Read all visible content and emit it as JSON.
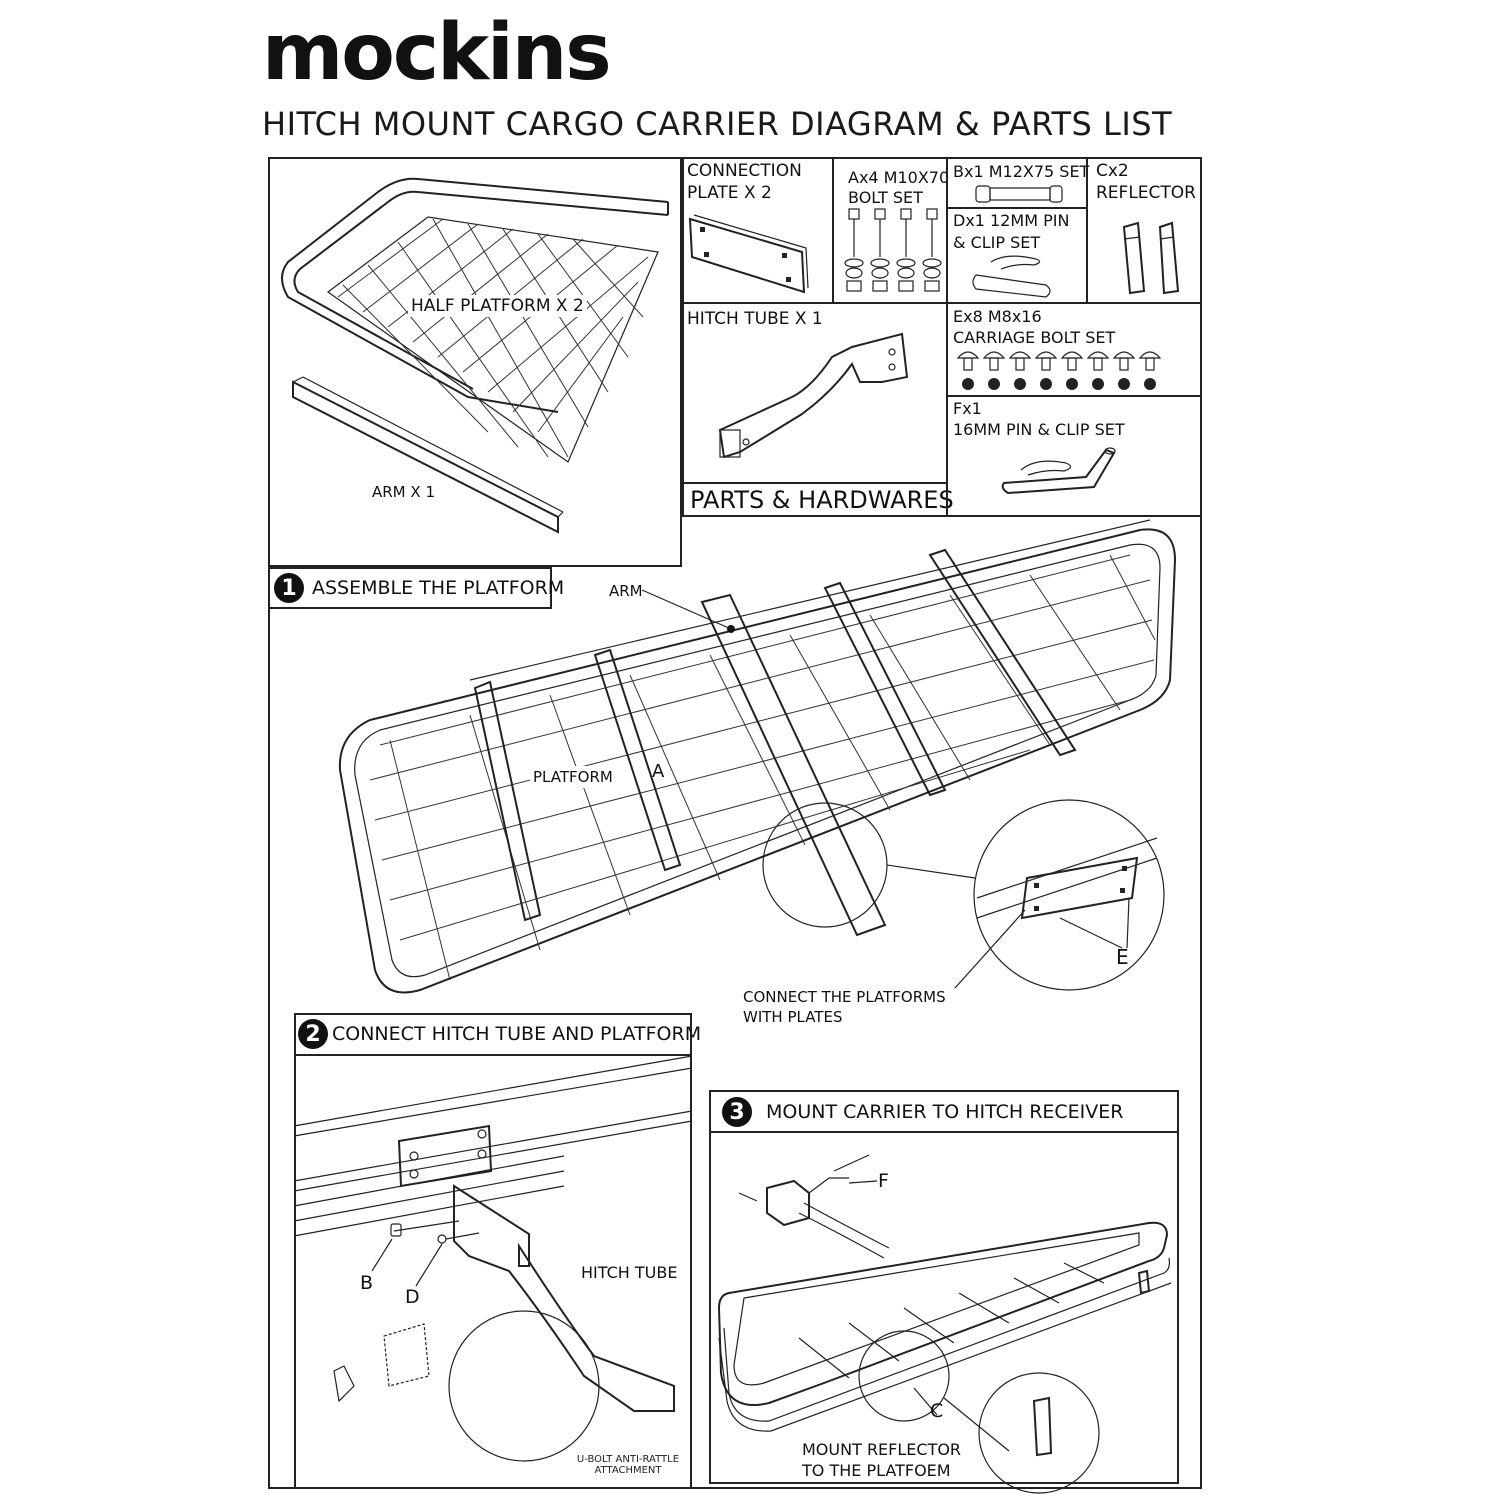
{
  "header": {
    "brand": "mockins",
    "title": "HITCH MOUNT CARGO CARRIER DIAGRAM & PARTS LIST"
  },
  "parts": {
    "section_label": "PARTS & HARDWARES",
    "half_platform": "HALF PLATFORM X 2",
    "arm": "ARM X 1",
    "connection_plate": [
      "CONNECTION",
      "PLATE X 2"
    ],
    "bolt_a": [
      "Ax4 M10X70",
      "BOLT SET"
    ],
    "bolt_b": "Bx1 M12X75 SET",
    "reflector_c": [
      "Cx2",
      "REFLECTOR"
    ],
    "pin_d": [
      "Dx1 12MM PIN",
      "& CLIP SET"
    ],
    "hitch_tube": "HITCH TUBE X 1",
    "carriage_e": [
      "Ex8 M8x16",
      "CARRIAGE BOLT SET"
    ],
    "pin_f": [
      "Fx1",
      "16MM PIN & CLIP SET"
    ]
  },
  "steps": [
    {
      "number": "1",
      "title": "ASSEMBLE THE PLATFORM",
      "labels": {
        "arm": "ARM",
        "platform": "PLATFORM",
        "a": "A",
        "e": "E",
        "note": [
          "CONNECT THE PLATFORMS",
          "WITH PLATES"
        ]
      }
    },
    {
      "number": "2",
      "title": "CONNECT HITCH TUBE AND PLATFORM",
      "labels": {
        "b": "B",
        "d": "D",
        "hitch_tube": "HITCH TUBE",
        "ubolt": [
          "U-BOLT ANTI-RATTLE",
          "ATTACHMENT"
        ]
      }
    },
    {
      "number": "3",
      "title": "MOUNT CARRIER TO HITCH RECEIVER",
      "labels": {
        "f": "F",
        "c": "C",
        "note": [
          "MOUNT REFLECTOR",
          "TO THE PLATFOEM"
        ]
      }
    }
  ],
  "colors": {
    "ink": "#111111",
    "paper": "#ffffff"
  }
}
